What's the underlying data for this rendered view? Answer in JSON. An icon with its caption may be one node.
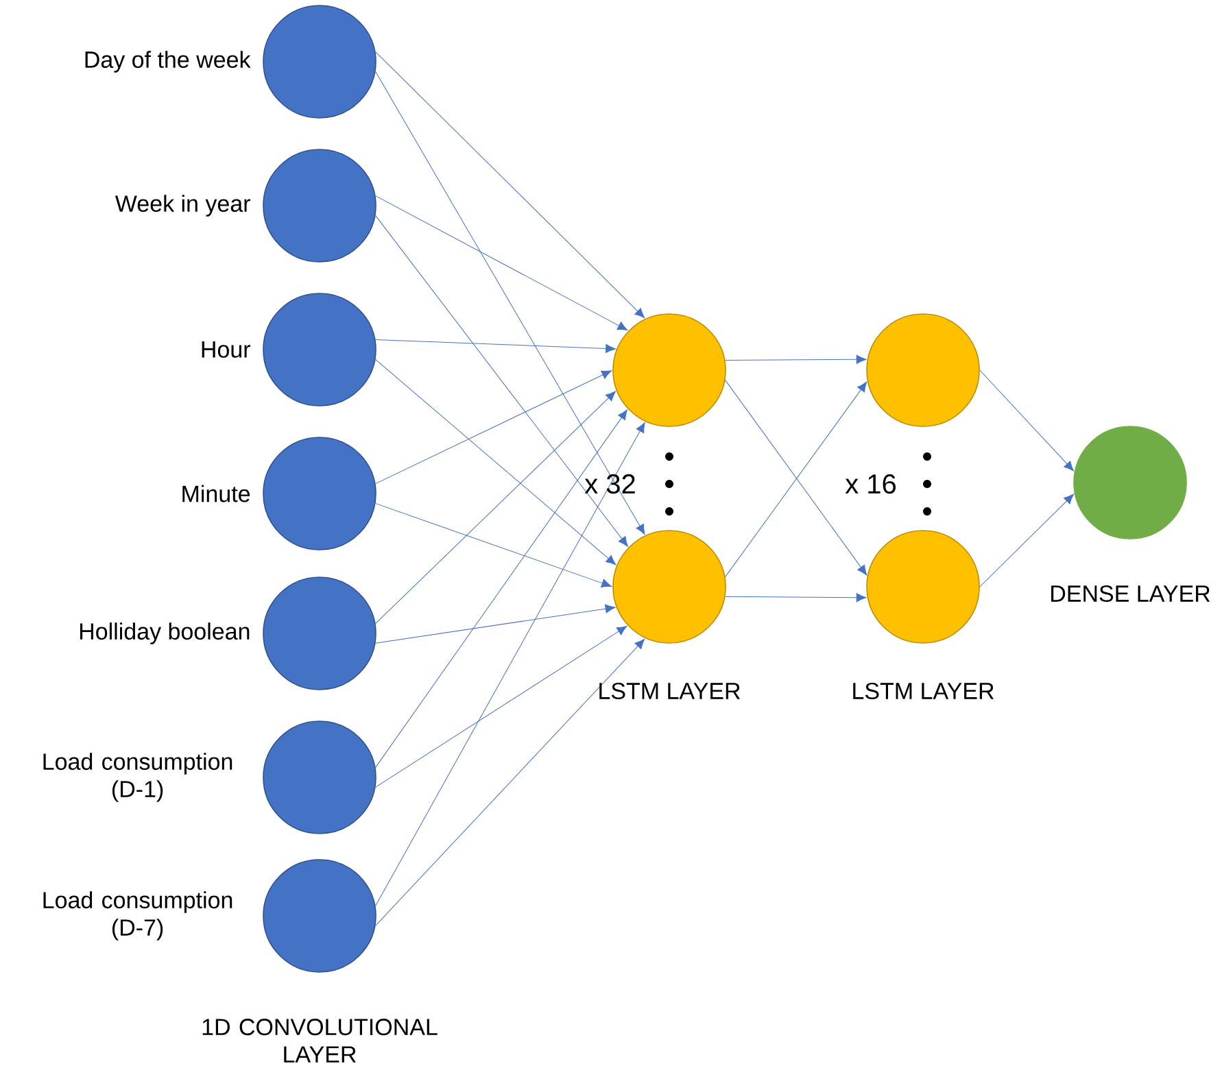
{
  "diagram": {
    "nodes": [
      {
        "text": [],
        "shape": "circle",
        "beside": [
          "Day of the week"
        ]
      },
      {
        "text": [],
        "shape": "circle",
        "beside": [
          "Week in year"
        ]
      },
      {
        "text": [],
        "shape": "circle",
        "beside": [
          "Hour"
        ]
      },
      {
        "text": [],
        "shape": "circle",
        "beside": [
          "Minute"
        ]
      },
      {
        "text": [],
        "shape": "circle",
        "beside": [
          "Holliday boolean"
        ]
      },
      {
        "text": [],
        "shape": "circle",
        "beside": [
          "Load consumption (D-1)"
        ]
      },
      {
        "text": [],
        "shape": "circle",
        "beside": [
          "Load consumption (D-7)"
        ]
      },
      {
        "text": [],
        "shape": "circle"
      },
      {
        "text": [],
        "shape": "circle"
      },
      {
        "text": [],
        "shape": "circle"
      },
      {
        "text": [],
        "shape": "circle"
      },
      {
        "text": [],
        "shape": "circle"
      }
    ],
    "edges": [
      {
        "from": 0,
        "to": 7,
        "arrow": "to"
      },
      {
        "from": 0,
        "to": 8,
        "arrow": "to"
      },
      {
        "from": 1,
        "to": 7,
        "arrow": "to"
      },
      {
        "from": 1,
        "to": 8,
        "arrow": "to"
      },
      {
        "from": 2,
        "to": 7,
        "arrow": "to"
      },
      {
        "from": 2,
        "to": 8,
        "arrow": "to"
      },
      {
        "from": 3,
        "to": 7,
        "arrow": "to"
      },
      {
        "from": 3,
        "to": 8,
        "arrow": "to"
      },
      {
        "from": 4,
        "to": 7,
        "arrow": "to"
      },
      {
        "from": 4,
        "to": 8,
        "arrow": "to"
      },
      {
        "from": 5,
        "to": 7,
        "arrow": "to"
      },
      {
        "from": 5,
        "to": 8,
        "arrow": "to"
      },
      {
        "from": 6,
        "to": 7,
        "arrow": "to"
      },
      {
        "from": 6,
        "to": 8,
        "arrow": "to"
      },
      {
        "from": 7,
        "to": 9,
        "arrow": "to"
      },
      {
        "from": 7,
        "to": 10,
        "arrow": "to"
      },
      {
        "from": 8,
        "to": 9,
        "arrow": "to"
      },
      {
        "from": 8,
        "to": 10,
        "arrow": "to"
      },
      {
        "from": 9,
        "to": 11,
        "arrow": "to"
      },
      {
        "from": 10,
        "to": 11,
        "arrow": "to"
      }
    ],
    "labels": [
      "x 32",
      "x 16",
      "LSTM LAYER",
      "LSTM LAYER",
      "DENSE LAYER",
      "1D CONVOLUTIONAL LAYER"
    ]
  }
}
